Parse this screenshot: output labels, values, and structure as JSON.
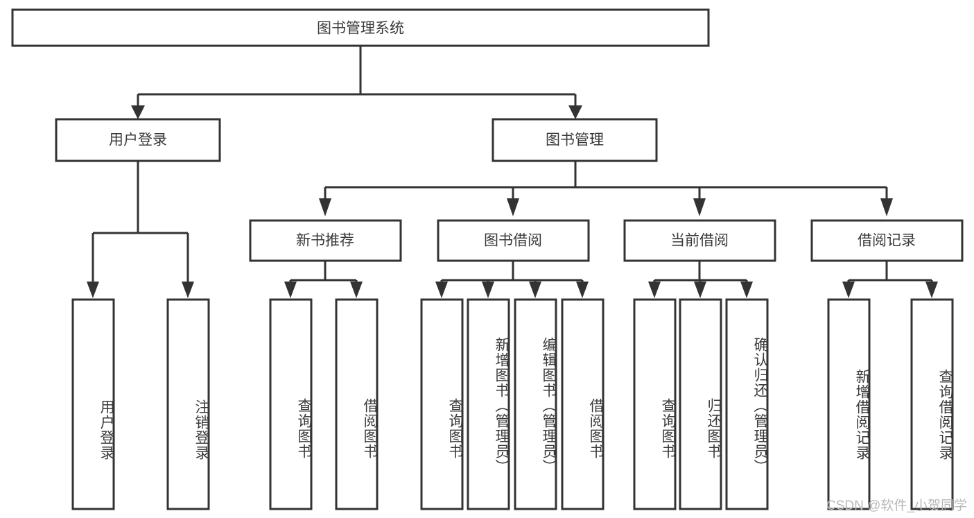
{
  "diagram": {
    "title": "图书管理系统",
    "type": "tree-hierarchy-diagram",
    "colors": {
      "box_stroke": "#333333",
      "box_fill": "#ffffff",
      "text": "#3a3a3a",
      "connector": "#333333",
      "watermark": "#b9b9b9",
      "background": "#ffffff"
    },
    "root": {
      "label": "图书管理系统"
    },
    "level2": [
      {
        "label": "用户登录"
      },
      {
        "label": "图书管理"
      }
    ],
    "level3": [
      {
        "label": "新书推荐"
      },
      {
        "label": "图书借阅"
      },
      {
        "label": "当前借阅"
      },
      {
        "label": "借阅记录"
      }
    ],
    "leaves": {
      "user_login": [
        {
          "label": "用户登录"
        },
        {
          "label": "注销登录"
        }
      ],
      "new_book_recommend": [
        {
          "label": "查询图书"
        },
        {
          "label": "借阅图书"
        }
      ],
      "book_borrow": [
        {
          "label": "查询图书"
        },
        {
          "label": "新增图书（管理员）"
        },
        {
          "label": "编辑图书（管理员）"
        },
        {
          "label": "借阅图书"
        }
      ],
      "current_borrow": [
        {
          "label": "查询图书"
        },
        {
          "label": "归还图书"
        },
        {
          "label": "确认归还（管理员）"
        }
      ],
      "borrow_record": [
        {
          "label": "新增借阅记录"
        },
        {
          "label": "查询借阅记录"
        }
      ]
    },
    "watermark": "CSDN @软件_小贺同学"
  }
}
